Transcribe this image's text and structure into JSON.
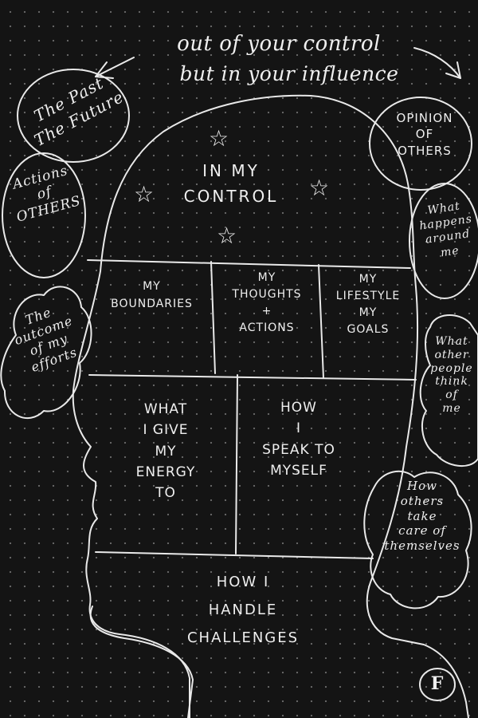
{
  "header": {
    "line1": "out of your control",
    "line2": "but in your influence"
  },
  "outer_notes": {
    "past_future": "The Past\nThe Future",
    "actions_others": "Actions\nof\nOTHERS",
    "outcome_efforts": "The\noutcome\nof my\nefforts",
    "opinion_others": "OPINION\nOF\nOTHERS",
    "what_happens": "What\nhappens\naround\nme",
    "what_think": "What\nother\npeople\nthink\nof\nme",
    "how_others_care": "How\nothers\ntake\ncare of\nthemselves"
  },
  "head": {
    "title": "IN MY\nCONTROL",
    "boundaries": "MY\nBOUNDARIES",
    "thoughts": "MY\nTHOUGHTS\n+\nACTIONS",
    "lifestyle": "MY\nLIFESTYLE\nMY\nGOALS",
    "energy": "what\nI GIVE\nMY\nENERGY\nTO",
    "speak": "HOW\nI\nSPEAK TO\nMYSELF",
    "challenges": "HOW I\nHANDLE\nCHALLENGES"
  },
  "signature": "F"
}
